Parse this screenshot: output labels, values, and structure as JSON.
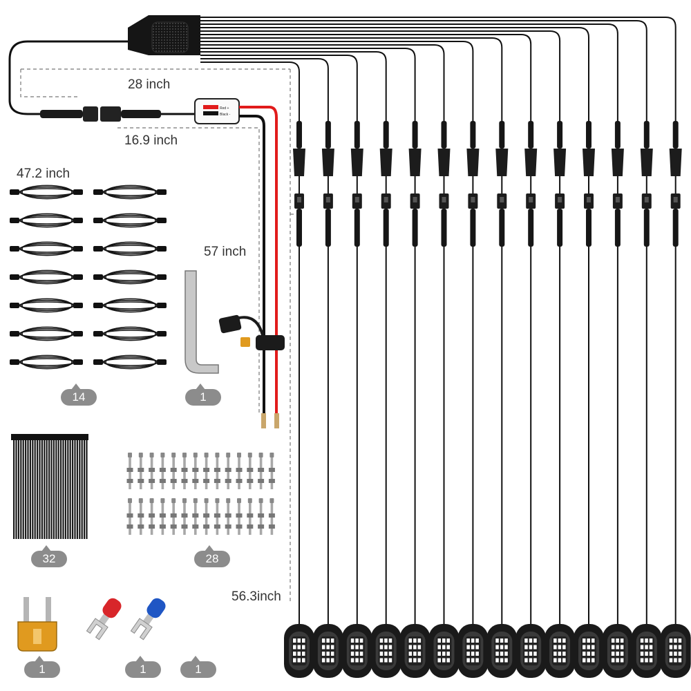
{
  "labels": {
    "main_to_controller": "28 inch",
    "controller_to_fuse": "16.9 inch",
    "extension_cable": "47.2 inch",
    "power_lead": "57 inch",
    "light_lead": "56.3inch"
  },
  "switch_label": {
    "red": "Red +",
    "black": "Black -"
  },
  "counts": {
    "extension_cables": "14",
    "hex_key": "1",
    "cable_ties": "32",
    "screws": "28",
    "fuse": "1",
    "red_terminal": "1",
    "blue_terminal": "1"
  },
  "item_counts": {
    "light_pods": 14,
    "extension_cables": 14,
    "cable_ties": 32,
    "screws": 28
  },
  "colors": {
    "wire": "#111111",
    "red_wire": "#e11b1b",
    "fuse_amber": "#e09a1f",
    "red_terminal": "#d8262a",
    "blue_terminal": "#1f56c4",
    "badge": "#8c8c8c",
    "led_chip": "#ffffff"
  }
}
